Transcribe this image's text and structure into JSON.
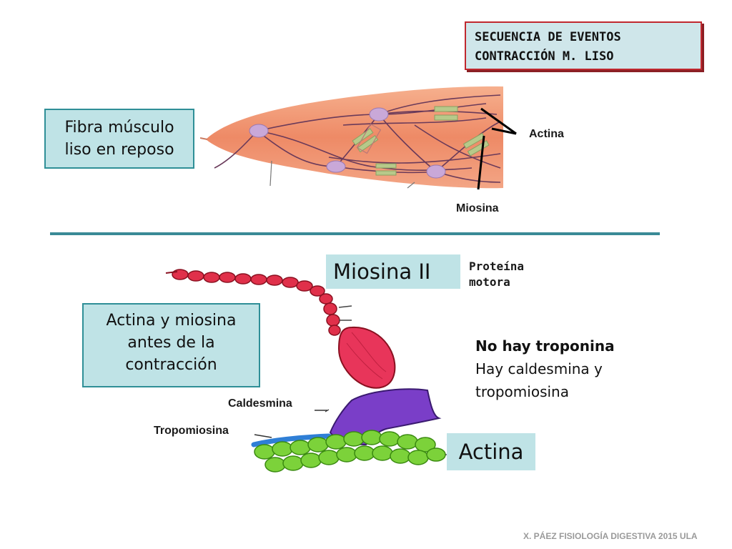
{
  "title": {
    "line1": "SECUENCIA DE EVENTOS",
    "line2": "CONTRACCIÓN M. LISO"
  },
  "top_section": {
    "box_line1": "Fibra músculo",
    "box_line2": "liso en reposo",
    "label_actina": "Actina",
    "label_miosina": "Miosina"
  },
  "bottom_section": {
    "miosina_box": "Miosina II",
    "proteina_line1": "Proteína",
    "proteina_line2": "motora",
    "box_line1": "Actina y miosina",
    "box_line2": "antes de la",
    "box_line3": "contracción",
    "note_line1": "No hay troponina",
    "note_line2": "Hay caldesmina y",
    "note_line3": "tropomiosina",
    "label_caldesmina": "Caldesmina",
    "label_tropomiosina": "Tropomiosina",
    "actina_box": "Actina"
  },
  "footer": "X. PÁEZ   FISIOLOGÍA DIGESTIVA 2015 ULA",
  "colors": {
    "box_fill": "#bfe3e6",
    "box_border": "#2f8f97",
    "title_border": "#c0282e",
    "divider": "#3a8a96",
    "myosin": "#e0304a",
    "caldesmon": "#7a3ec8",
    "actin": "#7cd23a",
    "tropomyosin": "#2f7fd6",
    "fiber": "#f09070"
  }
}
